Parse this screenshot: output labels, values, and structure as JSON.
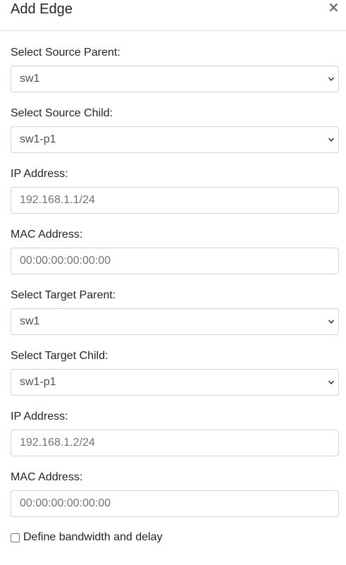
{
  "modal": {
    "title": "Add Edge",
    "close_label": "×"
  },
  "source": {
    "parent_label": "Select Source Parent:",
    "parent_value": "sw1",
    "child_label": "Select Source Child:",
    "child_value": "sw1-p1",
    "ip_label": "IP Address:",
    "ip_placeholder": "192.168.1.1/24",
    "mac_label": "MAC Address:",
    "mac_placeholder": "00:00:00:00:00:00"
  },
  "target": {
    "parent_label": "Select Target Parent:",
    "parent_value": "sw1",
    "child_label": "Select Target Child:",
    "child_value": "sw1-p1",
    "ip_label": "IP Address:",
    "ip_placeholder": "192.168.1.2/24",
    "mac_label": "MAC Address:",
    "mac_placeholder": "00:00:00:00:00:00"
  },
  "options": {
    "bandwidth_delay_label": "Define bandwidth and delay",
    "bandwidth_delay_checked": false
  },
  "icons": {
    "select_chevron": "chevron-down-icon",
    "close": "close-icon"
  }
}
